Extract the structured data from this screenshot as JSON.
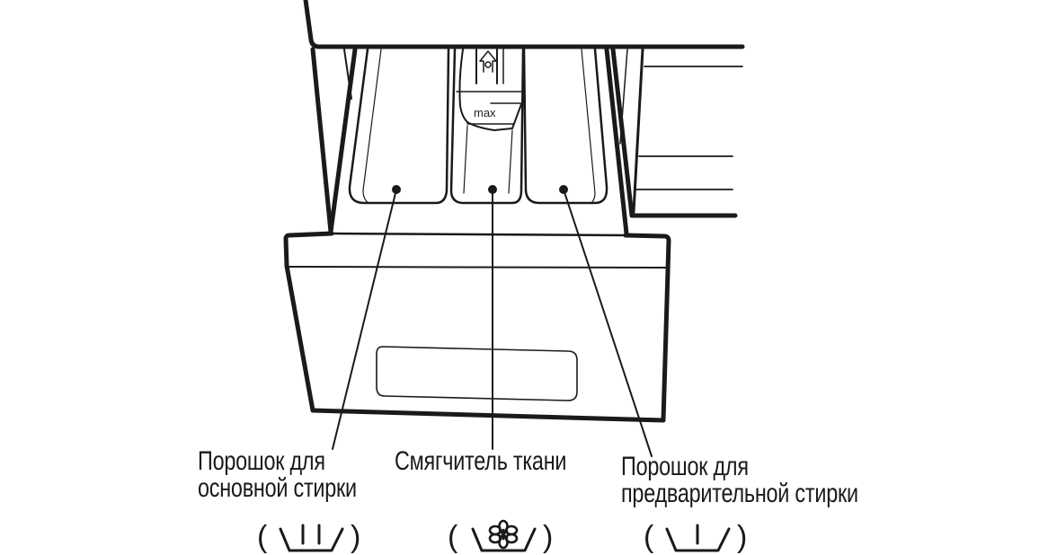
{
  "diagram": {
    "subject": "Washing machine detergent dispenser drawer",
    "max_marker": "max",
    "compartments": [
      {
        "id": "main-wash",
        "label_line1": "Порошок для",
        "label_line2": "основной стирки",
        "symbol": "main-wash-basin-icon (two vertical bars)",
        "paren_open": "(",
        "paren_close": ")"
      },
      {
        "id": "softener",
        "label_line1": "Смягчитель ткани",
        "symbol": "softener-basin-icon (flower)",
        "paren_open": "(",
        "paren_close": ")"
      },
      {
        "id": "prewash",
        "label_line1": "Порошок для",
        "label_line2": "предварительной стирки",
        "symbol": "prewash-basin-icon (one vertical bar)",
        "paren_open": "(",
        "paren_close": ")"
      }
    ],
    "colors": {
      "line": "#1a1a1a",
      "background": "#ffffff"
    }
  }
}
